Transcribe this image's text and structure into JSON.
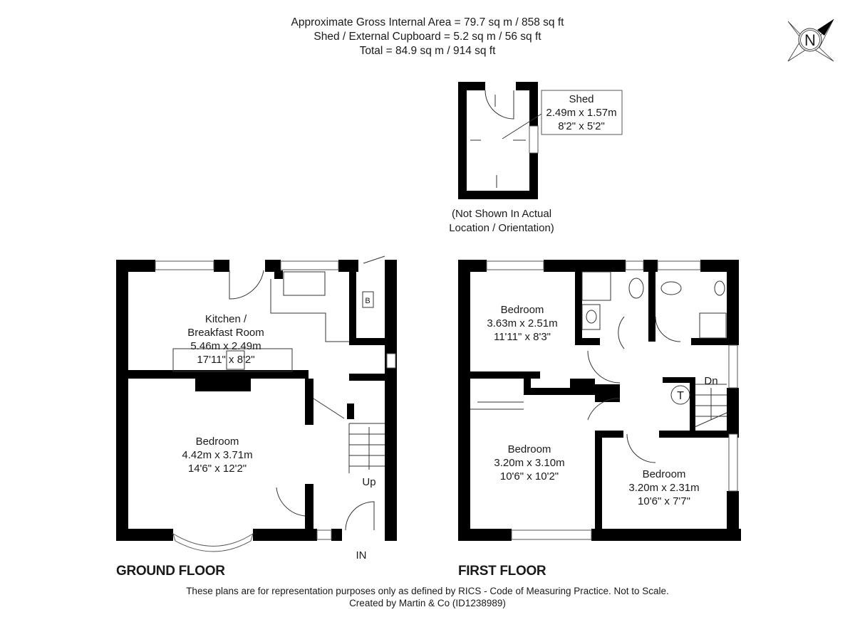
{
  "header": {
    "line1": "Approximate Gross Internal Area = 79.7 sq m / 858 sq ft",
    "line2": "Shed / External Cupboard = 5.2 sq m / 56 sq ft",
    "line3": "Total = 84.9 sq m / 914 sq ft"
  },
  "compass": {
    "label": "N",
    "icon": "north-compass-icon"
  },
  "shed": {
    "name": "Shed",
    "metric": "2.49m x 1.57m",
    "imperial": "8'2\" x 5'2\"",
    "note_line1": "(Not Shown In Actual",
    "note_line2": "Location / Orientation)"
  },
  "ground_floor": {
    "label": "GROUND FLOOR",
    "kitchen": {
      "line1": "Kitchen /",
      "line2": "Breakfast Room",
      "metric": "5.46m x 2.49m",
      "imperial": "17'11\" x 8'2\""
    },
    "bedroom": {
      "name": "Bedroom",
      "metric": "4.42m x 3.71m",
      "imperial": "14'6\" x 12'2\""
    },
    "boiler": "B",
    "stairs": "Up",
    "entrance": "IN"
  },
  "first_floor": {
    "label": "FIRST FLOOR",
    "bedroom1": {
      "name": "Bedroom",
      "metric": "3.63m x 2.51m",
      "imperial": "11'11\" x 8'3\""
    },
    "bedroom2": {
      "name": "Bedroom",
      "metric": "3.20m x 3.10m",
      "imperial": "10'6\" x 10'2\""
    },
    "bedroom3": {
      "name": "Bedroom",
      "metric": "3.20m x 2.31m",
      "imperial": "10'6\" x 7'7\""
    },
    "tank": "T",
    "stairs": "Dn"
  },
  "footer": {
    "line1": "These plans are for representation purposes only as defined by RICS - Code of Measuring Practice. Not to Scale.",
    "line2": "Created by Martin & Co (ID1238989)"
  }
}
